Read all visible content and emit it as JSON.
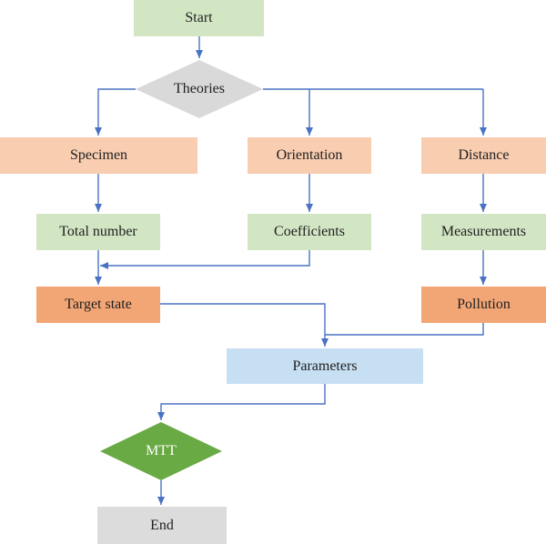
{
  "colors": {
    "green_light": "#d3e6c4",
    "orange_light": "#f8cdb0",
    "orange_dark": "#f2a676",
    "blue_light": "#c7dff2",
    "gray": "#dcdcdc",
    "diamond_gray": "#d9d9d9",
    "diamond_green": "#6aaa45",
    "arrow": "#4a72c4"
  },
  "nodes": {
    "start": "Start",
    "theories": "Theories",
    "specimen": "Specimen",
    "orientation": "Orientation",
    "distance": "Distance",
    "total_number": "Total number",
    "coefficients": "Coefficients",
    "measurements": "Measurements",
    "target_state": "Target state",
    "pollution": "Pollution",
    "parameters": "Parameters",
    "mtt": "MTT",
    "end": "End"
  }
}
